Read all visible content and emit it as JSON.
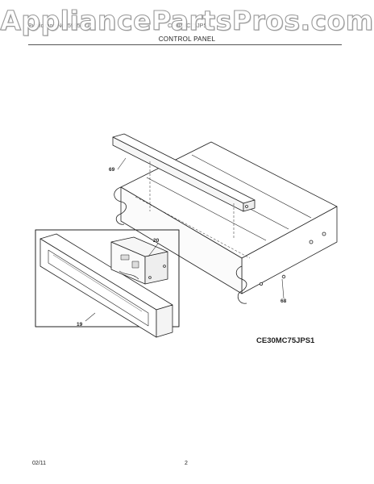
{
  "watermark": "AppliancePartsPros.com",
  "header": {
    "left_text": "Publication No. 5995477",
    "right_text": "CE30MC75JPS1",
    "section_title": "CONTROL PANEL"
  },
  "callouts": {
    "top_trim": "69",
    "control_board": "20",
    "side_bracket": "68",
    "control_panel": "19"
  },
  "model_number": "CE30MC75JPS1",
  "footer": {
    "date": "02/11",
    "page_number": "2"
  }
}
